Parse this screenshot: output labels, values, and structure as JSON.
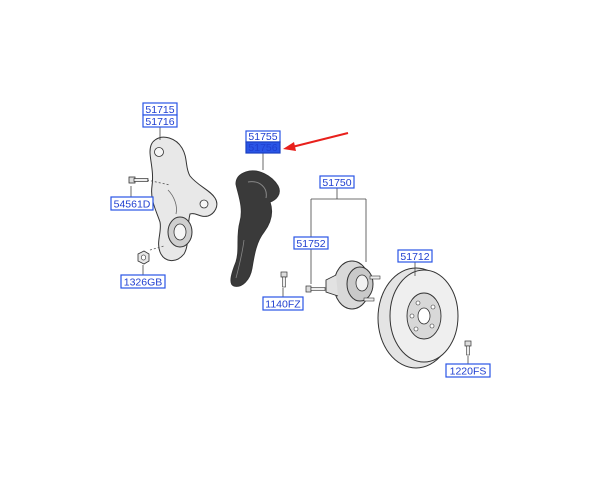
{
  "labels": {
    "l_51715": "51715",
    "l_51716": "51716",
    "l_54561d": "54561D",
    "l_1326gb": "1326GB",
    "l_51755": "51755",
    "l_51756": "51756",
    "l_1140fz": "1140FZ",
    "l_51750": "51750",
    "l_51752": "51752",
    "l_51712": "51712",
    "l_1220fs": "1220FS"
  },
  "colors": {
    "label_text": "#1f3fd0",
    "label_border": "#2a55e6",
    "selected_fill": "#2a55e6",
    "pointer_arrow": "#e8201c"
  },
  "selected_part": "51756"
}
